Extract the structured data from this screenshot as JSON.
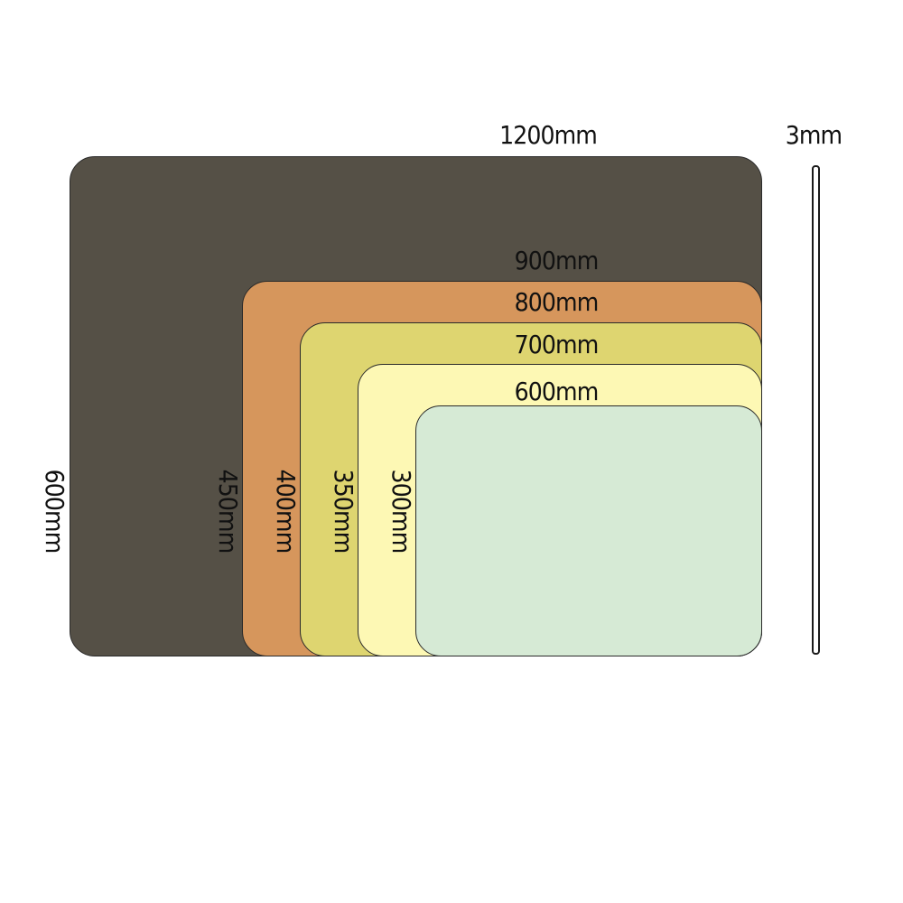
{
  "sizes": [
    {
      "id": "size-1200",
      "width": "1200mm",
      "height": "600mm",
      "color": "#555046"
    },
    {
      "id": "size-900",
      "width": "900mm",
      "height": "450mm",
      "color": "#d6965c"
    },
    {
      "id": "size-800",
      "width": "800mm",
      "height": "400mm",
      "color": "#ded570"
    },
    {
      "id": "size-700",
      "width": "700mm",
      "height": "350mm",
      "color": "#fdf8b4"
    },
    {
      "id": "size-600",
      "width": "600mm",
      "height": "300mm",
      "color": "#d6ead5"
    }
  ],
  "thickness": {
    "label": "3mm"
  }
}
